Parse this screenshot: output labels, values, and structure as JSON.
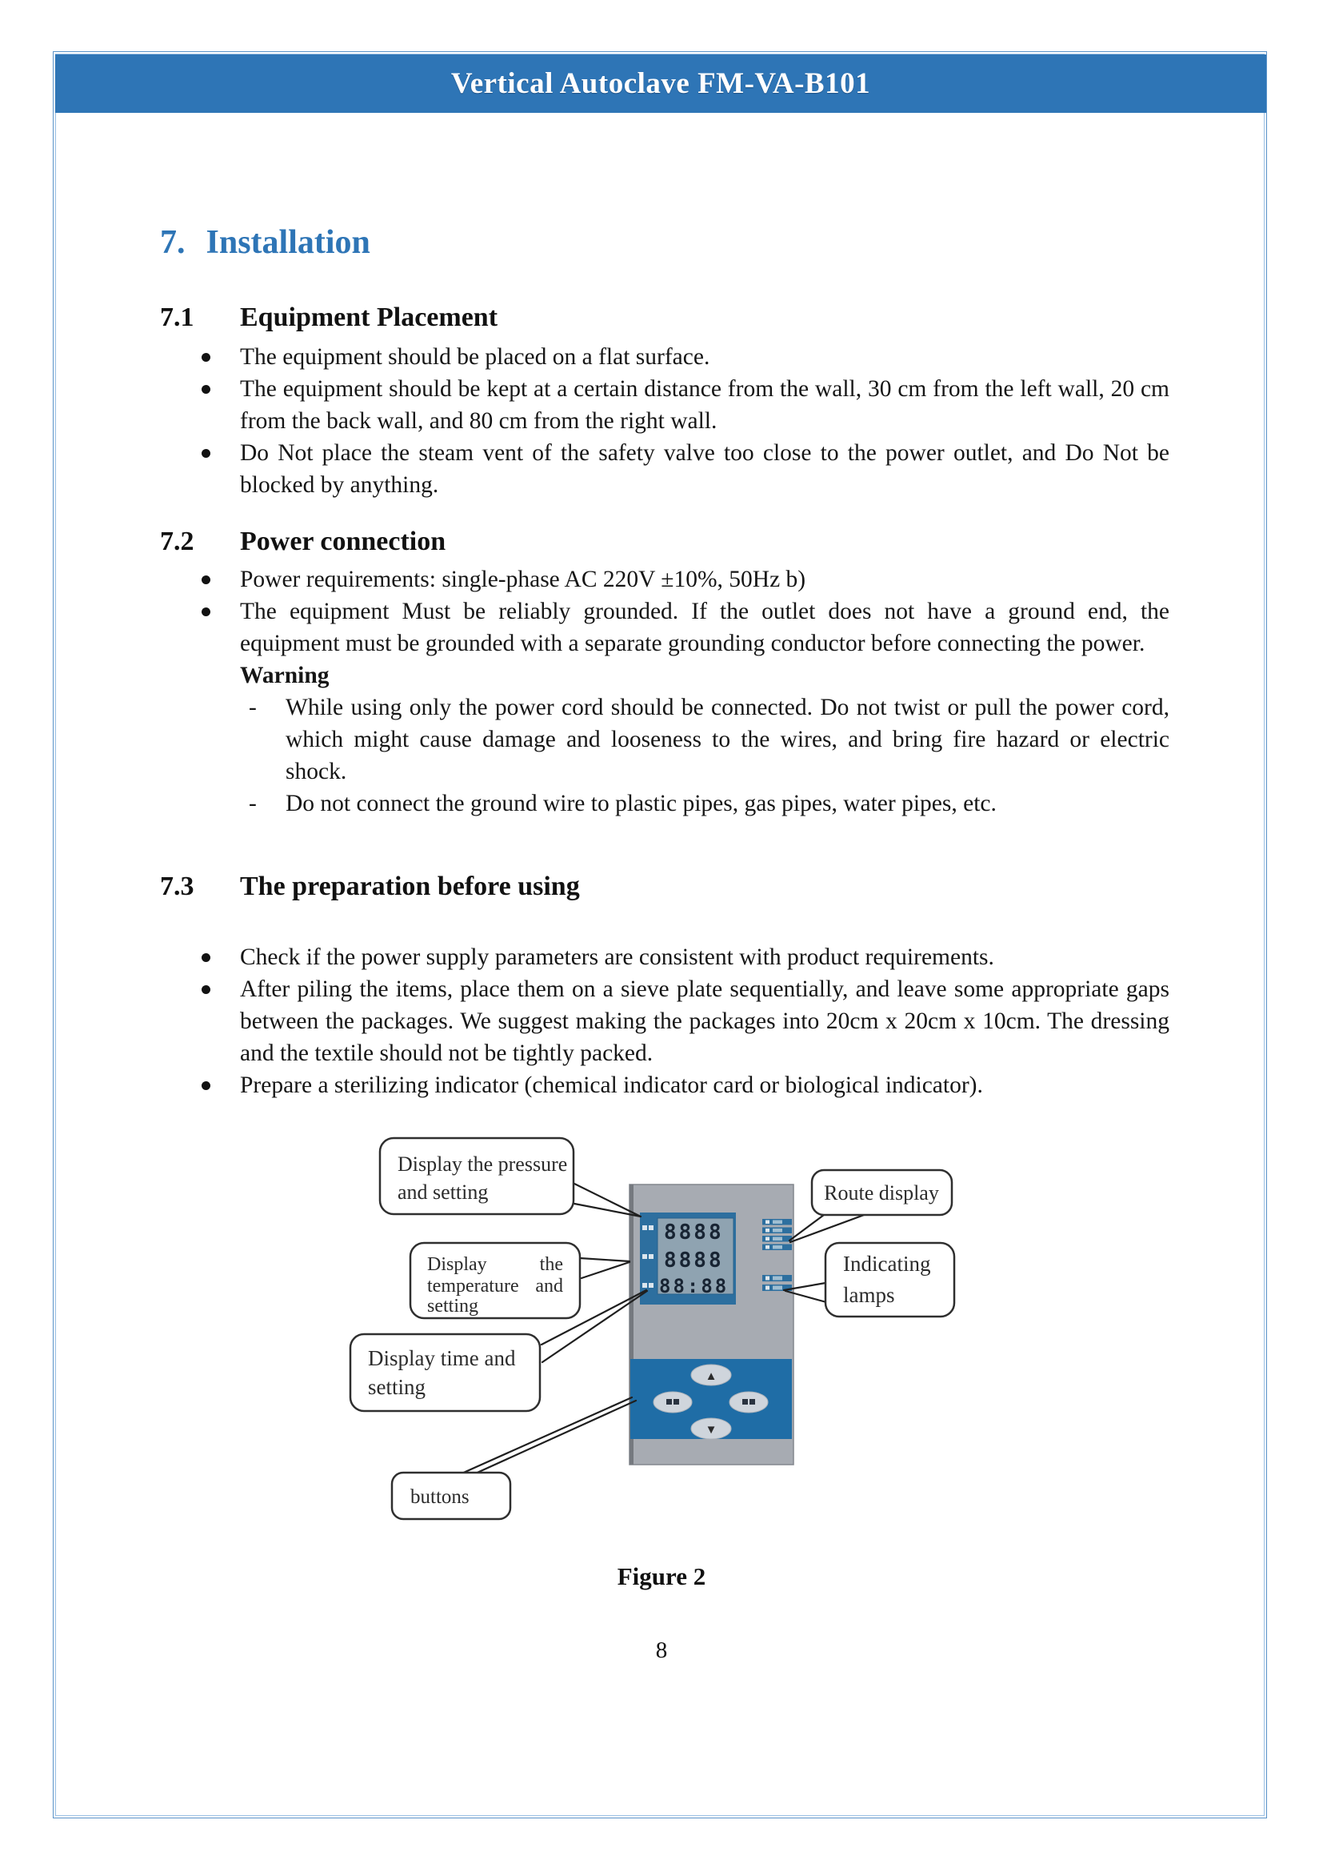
{
  "header": {
    "title": "Vertical Autoclave FM-VA-B101"
  },
  "colors": {
    "accent": "#2e75b6",
    "panel_blue": "#2d6f9f",
    "keypad_blue": "#1f6da6",
    "panel_gray": "#a7abb2"
  },
  "sections": [
    {
      "number": "7.",
      "title": "Installation"
    },
    {
      "number": "7.1",
      "title": "Equipment Placement",
      "bullets": [
        "The equipment should be placed on a flat surface.",
        "The equipment should be kept at a certain distance from the wall, 30 cm from the left wall, 20 cm from the back wall, and 80 cm from the right wall.",
        "Do Not place the steam vent of the safety valve too close to the power outlet, and Do Not be blocked by anything."
      ]
    },
    {
      "number": "7.2",
      "title": "Power connection",
      "bullets": [
        "Power requirements: single-phase AC 220V ±10%, 50Hz b)",
        "The equipment Must be reliably grounded. If the outlet does not have a ground end, the equipment must be grounded with a separate grounding conductor before connecting the power."
      ],
      "warning_label": "Warning",
      "warning_items": [
        "While using only the power cord should be connected. Do not twist or pull the power cord, which might cause damage and looseness to the wires, and bring fire hazard or electric shock.",
        "Do not connect the ground wire to plastic pipes, gas pipes, water pipes, etc."
      ]
    },
    {
      "number": "7.3",
      "title": "The preparation before using",
      "bullets": [
        "Check if the power supply parameters are consistent with product requirements.",
        "After piling the items, place them on a sieve plate sequentially, and leave some appropriate gaps between the packages. We suggest making the packages into 20cm x 20cm x 10cm. The dressing and the textile should not be tightly packed.",
        "Prepare a sterilizing indicator (chemical indicator card or biological indicator)."
      ]
    }
  ],
  "figure": {
    "caption": "Figure 2",
    "callouts": {
      "pressure": {
        "line1": "Display the pressure",
        "line2": "and setting"
      },
      "route": {
        "label": "Route display"
      },
      "temperature": {
        "w1": "Display",
        "w2": "the",
        "w3": "temperature",
        "w4": "and",
        "w5": "setting"
      },
      "time": {
        "line1": "Display time and",
        "line2": "setting"
      },
      "lamps": {
        "line1": "Indicating",
        "line2": "lamps"
      },
      "buttons": {
        "label": "buttons"
      }
    },
    "panel": {
      "digits_row1": "8888",
      "digits_row2": "8888",
      "digits_row3": "88:88",
      "up_arrow": "▲",
      "down_arrow": "▼"
    }
  },
  "page_number": "8"
}
